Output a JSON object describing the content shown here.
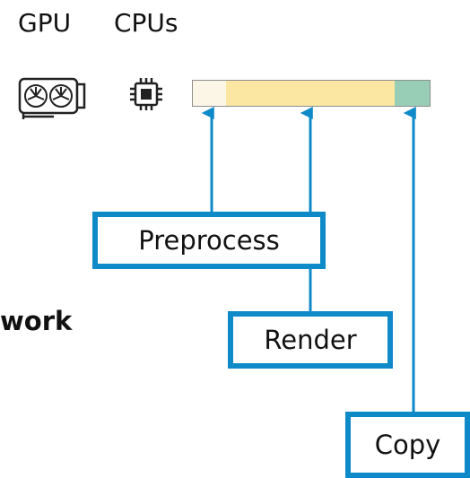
{
  "headings": {
    "gpu": "GPU",
    "cpus": "CPUs"
  },
  "side_text": "work",
  "icons": {
    "gpu": "gpu-card-icon",
    "cpu": "cpu-chip-icon"
  },
  "segments": [
    {
      "name": "preprocess-segment",
      "color": "#fcf6e6"
    },
    {
      "name": "render-segment",
      "color": "#fbe7a2"
    },
    {
      "name": "copy-segment",
      "color": "#97ceb5"
    }
  ],
  "labels": {
    "preprocess": "Preprocess",
    "render": "Render",
    "copy": "Copy"
  },
  "colors": {
    "accent": "#0f8ac8",
    "border": "#8f8f8f"
  }
}
